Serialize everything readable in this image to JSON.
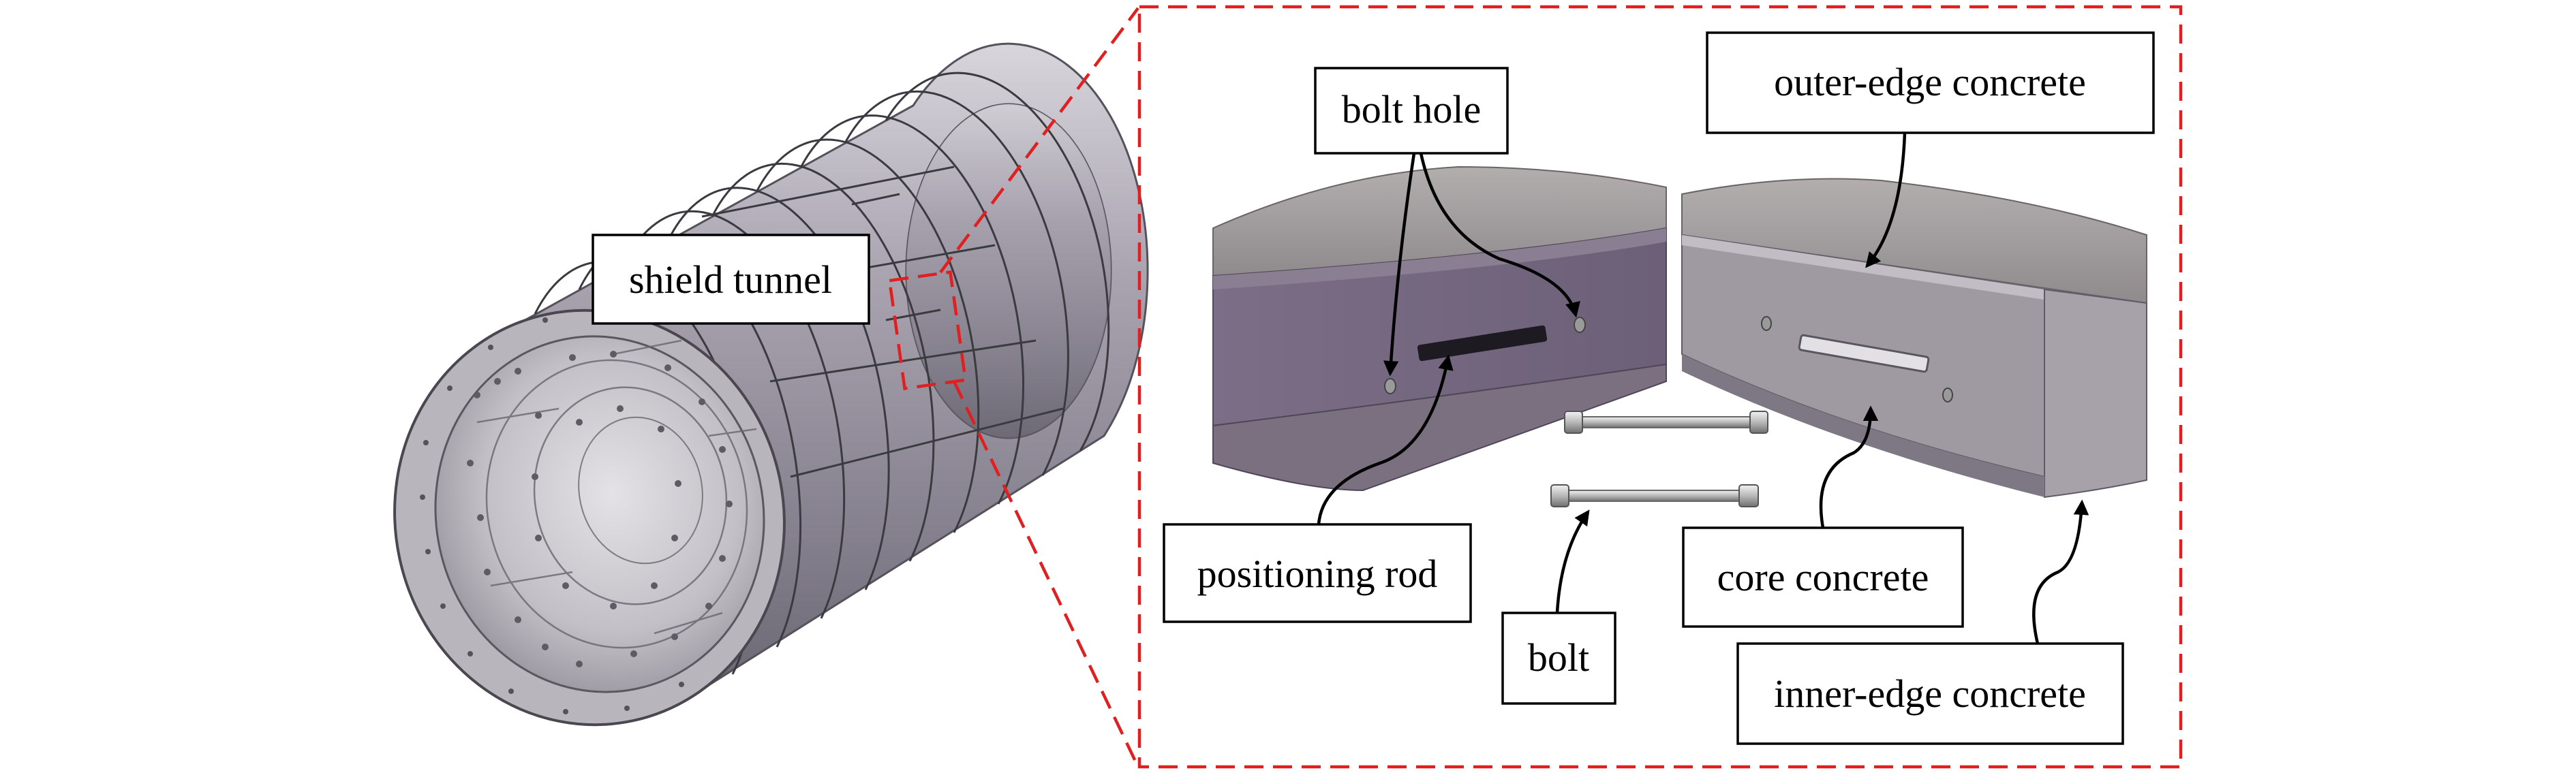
{
  "figure": {
    "labels": {
      "shield_tunnel": "shield tunnel",
      "bolt_hole": "bolt hole",
      "outer_edge_concrete": "outer-edge concrete",
      "positioning_rod": "positioning rod",
      "bolt": "bolt",
      "core_concrete": "core concrete",
      "inner_edge_concrete": "inner-edge concrete"
    },
    "colors": {
      "zoom_indicator": "#e02020",
      "segment_side": "#74677f",
      "segment_top": "#a09a9a",
      "tunnel_body": "#8c8892",
      "tunnel_inner": "#c4c1c7"
    }
  }
}
